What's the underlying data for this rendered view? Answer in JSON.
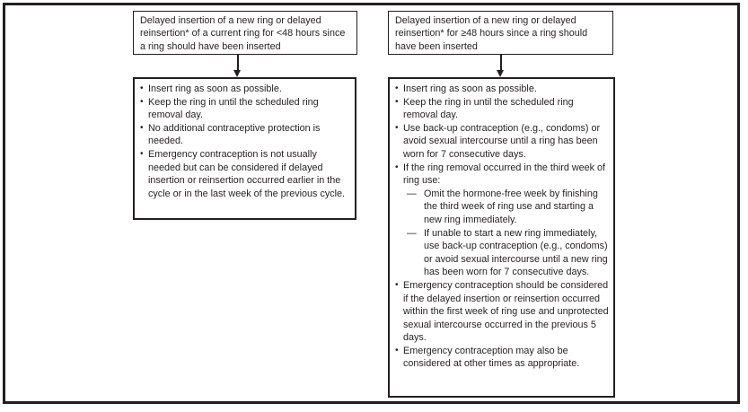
{
  "markers": {
    "bullet": "•",
    "dash": "—"
  },
  "columns": [
    {
      "id": "under-48h",
      "header": "Delayed insertion of a new ring or delayed reinsertion* of a current ring for <48 hours since a ring should have been inserted",
      "items": [
        {
          "type": "bullet",
          "text": "Insert ring as soon as possible."
        },
        {
          "type": "bullet",
          "text": "Keep the ring in until the scheduled ring removal day."
        },
        {
          "type": "bullet",
          "text": "No additional contraceptive protection is needed."
        },
        {
          "type": "bullet",
          "text": "Emergency contraception is not usually needed but can be considered if delayed insertion or reinsertion occurred earlier in the cycle or in the last week of the previous cycle."
        }
      ]
    },
    {
      "id": "48h-or-more",
      "header": "Delayed insertion of a new ring or delayed reinsertion* for ≥48 hours since a ring should have been inserted",
      "items": [
        {
          "type": "bullet",
          "text": "Insert ring as soon as possible."
        },
        {
          "type": "bullet",
          "text": "Keep the ring in until the scheduled ring removal day."
        },
        {
          "type": "bullet",
          "text": "Use back-up contraception (e.g., condoms) or avoid sexual intercourse until a ring has been worn for 7 consecutive days."
        },
        {
          "type": "bullet",
          "text": "If the ring removal occurred in the third week of ring use:"
        },
        {
          "type": "dash",
          "text": "Omit the hormone-free week by finishing the third week of ring use and starting a new ring immediately."
        },
        {
          "type": "dash",
          "text": "If unable to start a new ring immediately, use back-up contraception (e.g., condoms) or avoid sexual intercourse until a new ring has been worn for 7 consecutive days."
        },
        {
          "type": "bullet",
          "text": "Emergency contraception should be considered if the delayed insertion or reinsertion occurred within the first week of ring use and unprotected sexual intercourse occurred in the previous 5 days."
        },
        {
          "type": "bullet",
          "text": "Emergency contraception may also be considered at other times as appropriate."
        }
      ]
    }
  ]
}
